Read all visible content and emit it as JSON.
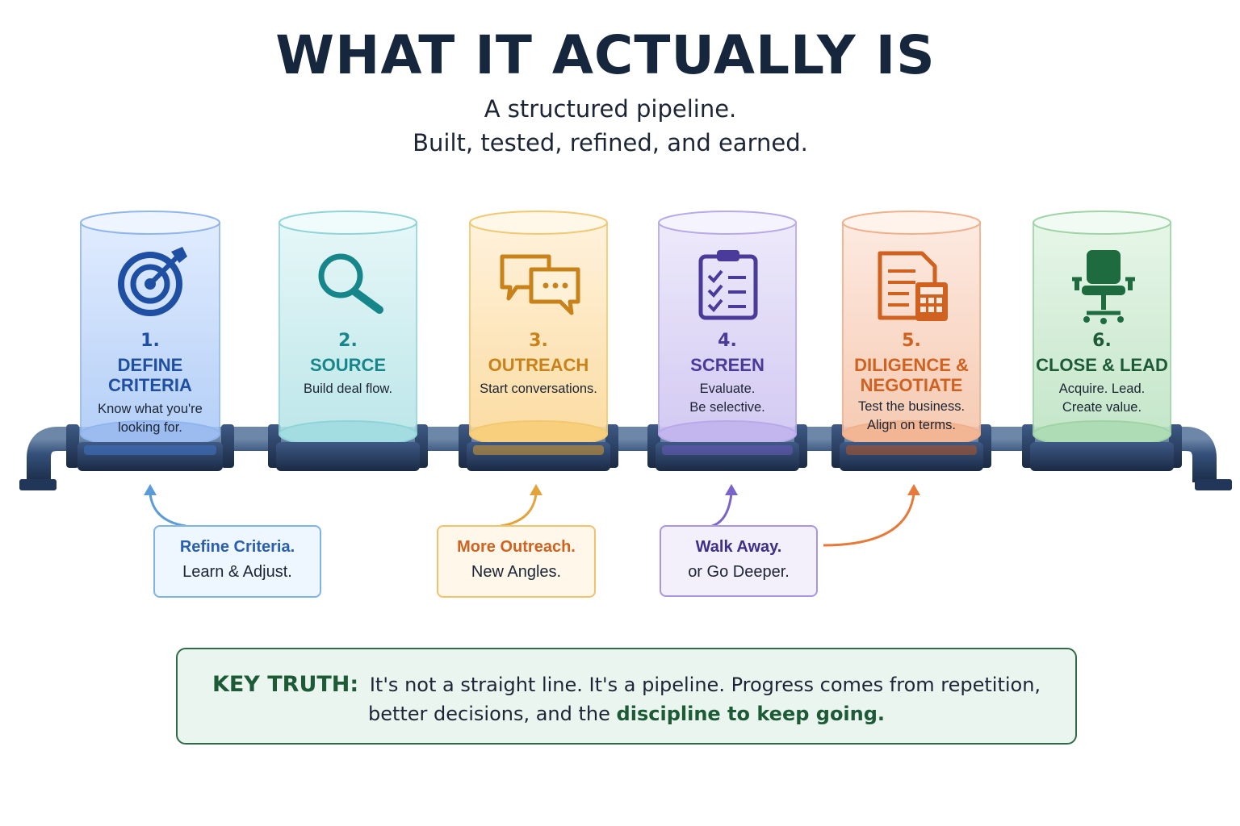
{
  "title": "WHAT IT ACTUALLY IS",
  "subtitle_line1": "A structured pipeline.",
  "subtitle_line2": "Built, tested, refined, and earned.",
  "stages": [
    {
      "number": "1.",
      "name": "DEFINE CRITERIA",
      "desc1": "Know what you're",
      "desc2": "looking for.",
      "icon": "target-icon",
      "color": "#1e4fa3"
    },
    {
      "number": "2.",
      "name": "SOURCE",
      "desc1": "Build deal flow.",
      "desc2": "",
      "icon": "magnifier-icon",
      "color": "#17868a"
    },
    {
      "number": "3.",
      "name": "OUTREACH",
      "desc1": "Start conversations.",
      "desc2": "",
      "icon": "chat-bubbles-icon",
      "color": "#c9821a"
    },
    {
      "number": "4.",
      "name": "SCREEN",
      "desc1": "Evaluate.",
      "desc2": "Be selective.",
      "icon": "checklist-icon",
      "color": "#4a3a9a"
    },
    {
      "number": "5.",
      "name_line1": "DILIGENCE &",
      "name_line2": "NEGOTIATE",
      "desc1": "Test the business.",
      "desc2": "Align on terms.",
      "icon": "document-calculator-icon",
      "color": "#d0611f"
    },
    {
      "number": "6.",
      "name": "CLOSE & LEAD",
      "desc1": "Acquire. Lead.",
      "desc2": "Create value.",
      "icon": "office-chair-icon",
      "color": "#1d5a36"
    }
  ],
  "loops": [
    {
      "title": "Refine Criteria.",
      "subtitle": "Learn & Adjust.",
      "color": "#2a5fb0"
    },
    {
      "title": "More Outreach.",
      "subtitle": "New Angles.",
      "color": "#d0611f"
    },
    {
      "title": "Walk Away.",
      "subtitle": "or Go Deeper.",
      "color": "#3f2f86"
    }
  ],
  "key_truth": {
    "label": "KEY TRUTH:",
    "text_line1": "It's not a straight line. It's a pipeline. Progress comes from repetition,",
    "text_line2_plain": "better decisions, and the",
    "text_line2_emph": "discipline to keep going."
  }
}
